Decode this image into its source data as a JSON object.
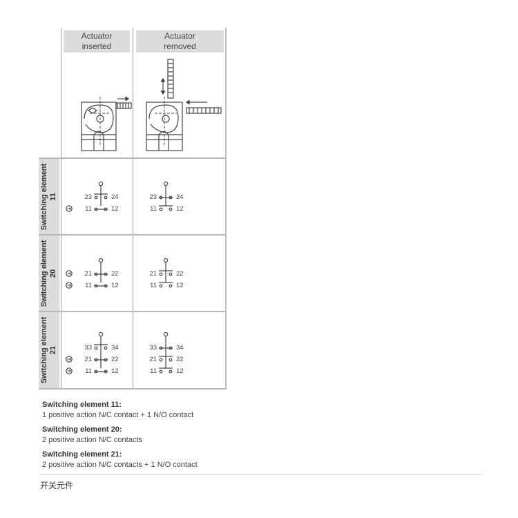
{
  "header": {
    "inserted_l1": "Actuator",
    "inserted_l2": "inserted",
    "removed_l1": "Actuator",
    "removed_l2": "removed"
  },
  "rows": [
    {
      "label_l1": "Switching element",
      "label_l2": "11",
      "inserted": {
        "contacts": [
          {
            "left": "23",
            "right": "24",
            "positive": false
          },
          {
            "left": "11",
            "right": "12",
            "positive": true
          }
        ]
      },
      "removed": {
        "contacts": [
          {
            "left": "23",
            "right": "24"
          },
          {
            "left": "11",
            "right": "12"
          }
        ]
      }
    },
    {
      "label_l1": "Switching element",
      "label_l2": "20",
      "inserted": {
        "contacts": [
          {
            "left": "21",
            "right": "22",
            "positive": true
          },
          {
            "left": "11",
            "right": "12",
            "positive": true
          }
        ]
      },
      "removed": {
        "contacts": [
          {
            "left": "21",
            "right": "22"
          },
          {
            "left": "11",
            "right": "12"
          }
        ]
      }
    },
    {
      "label_l1": "Switching element",
      "label_l2": "21",
      "inserted": {
        "contacts": [
          {
            "left": "33",
            "right": "34",
            "positive": false
          },
          {
            "left": "21",
            "right": "22",
            "positive": true
          },
          {
            "left": "11",
            "right": "12",
            "positive": true
          }
        ]
      },
      "removed": {
        "contacts": [
          {
            "left": "33",
            "right": "34"
          },
          {
            "left": "21",
            "right": "22"
          },
          {
            "left": "11",
            "right": "12"
          }
        ]
      }
    }
  ],
  "descriptions": [
    {
      "title": "Switching element 11:",
      "text": "1 positive action N/C contact + 1 N/O contact"
    },
    {
      "title": "Switching element 20:",
      "text": "2 positive action N/C contacts"
    },
    {
      "title": "Switching element 21:",
      "text": "2 positive action N/C contacts + 1 N/O contact"
    }
  ],
  "footer": {
    "label": "开关元件"
  },
  "icons": {
    "positive_action": "positive-opening-icon"
  },
  "colors": {
    "line": "#444444",
    "header_bg": "#dcdcdc",
    "grid": "#9a9a9a"
  }
}
